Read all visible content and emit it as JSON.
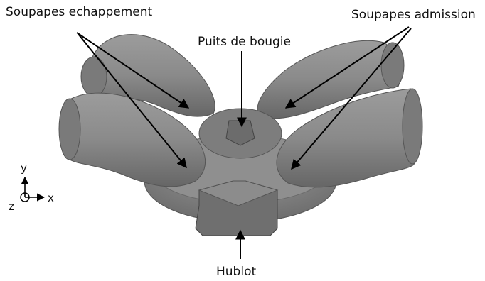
{
  "labels": {
    "exhaust_valves": "Soupapes echappement",
    "intake_valves": "Soupapes admission",
    "spark_plug_well": "Puits de bougie",
    "window": "Hublot"
  },
  "axes": {
    "y": "y",
    "x": "x",
    "z": "z"
  },
  "colors": {
    "body": "#8a8a8a",
    "shadow": "#5f5f5f",
    "highlight": "#b5b5b5",
    "line": "#000000"
  }
}
